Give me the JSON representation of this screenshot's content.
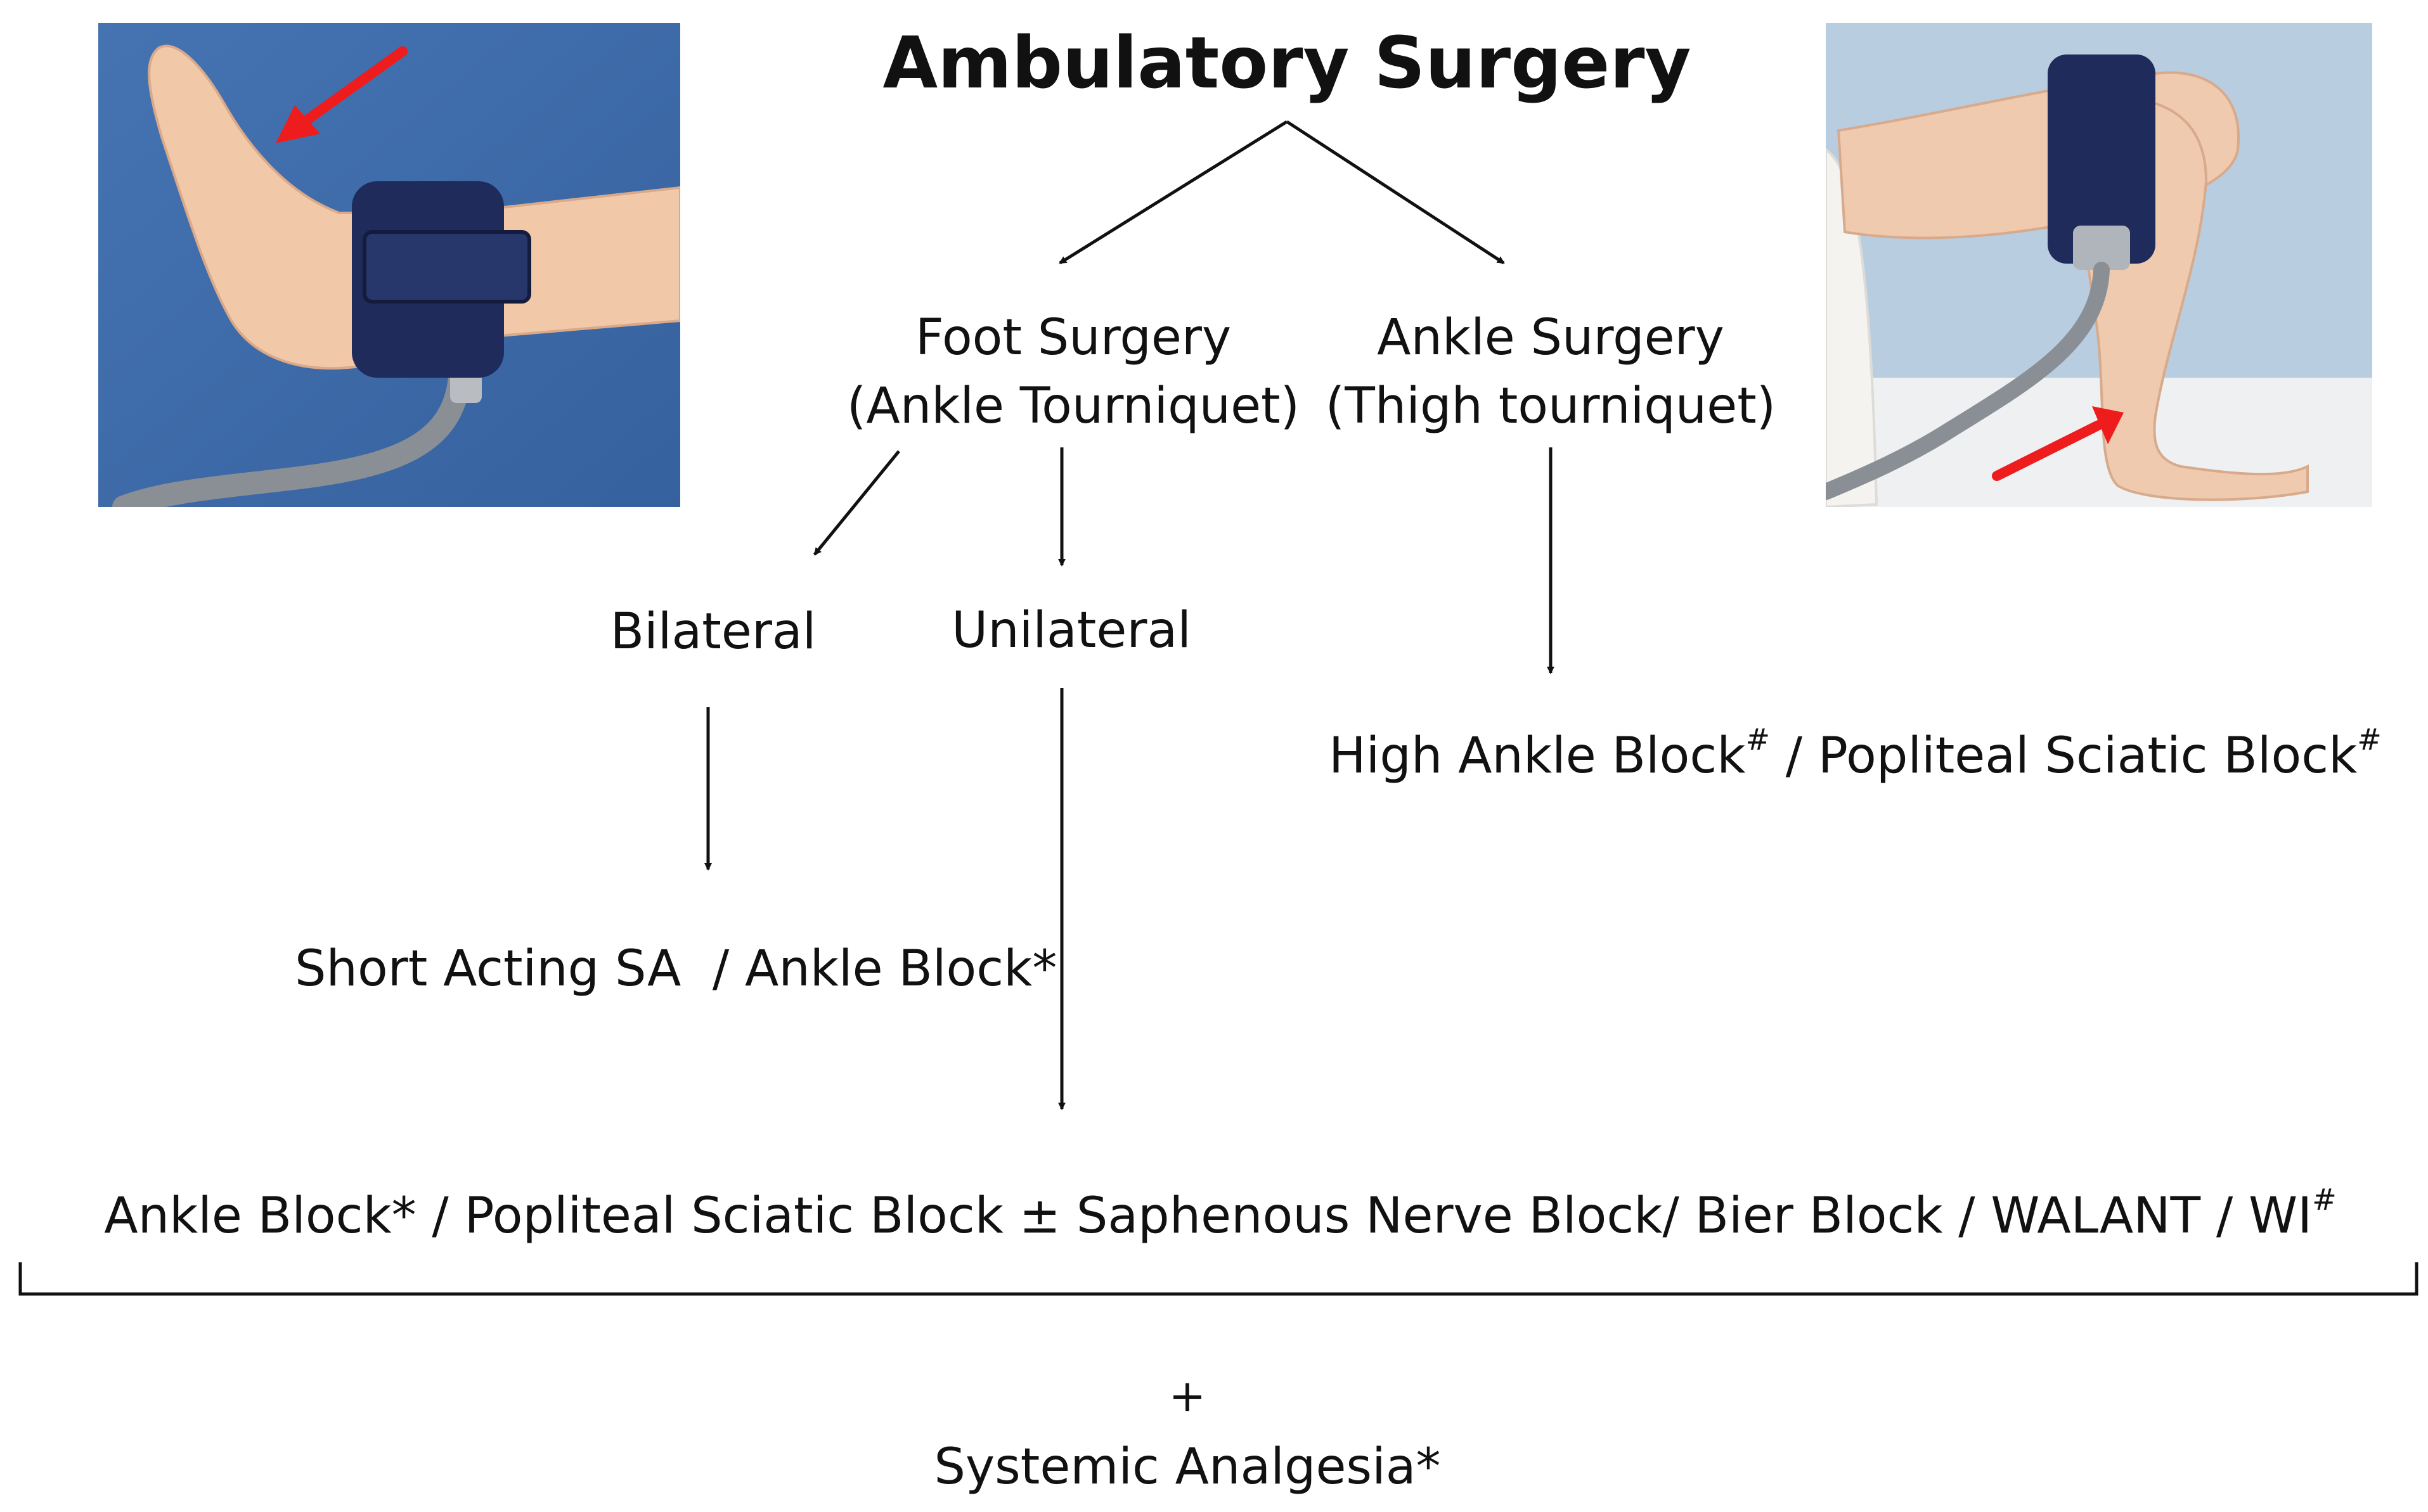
{
  "title": "Ambulatory Surgery",
  "foot_surgery": {
    "line1": "Foot Surgery",
    "line2": "(Ankle Tourniquet)"
  },
  "ankle_surgery": {
    "line1": "Ankle Surgery",
    "line2": "(Thigh tourniquet)"
  },
  "bilateral": "Bilateral",
  "unilateral": "Unilateral",
  "ankle_surgery_option": {
    "text": "High Ankle Block",
    "mark1": "#",
    "text2": " / Popliteal Sciatic Block",
    "mark2": "#"
  },
  "bilateral_option": "Short Acting SA  / Ankle Block*",
  "unilateral_option": {
    "text": "Ankle Block* / Popliteal Sciatic Block ± Saphenous Nerve Block/ Bier Block / WALANT / WI",
    "mark": "#"
  },
  "plus": "+",
  "systemic": "Systemic Analgesia*",
  "colors": {
    "photo_left_bg": "#3f6cab",
    "photo_right_bg": "#b9cde0",
    "cuff": "#1f2b5a",
    "arrow_red": "#ee1c1c"
  }
}
